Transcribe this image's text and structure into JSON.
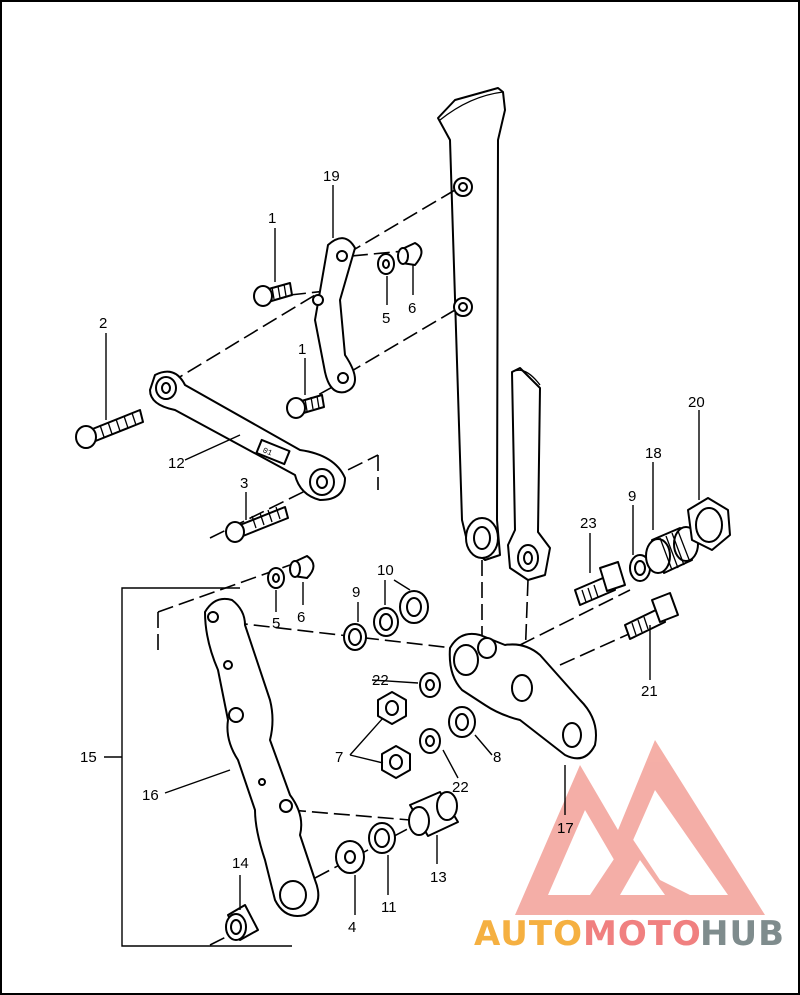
{
  "diagram": {
    "callouts": {
      "c1a": "1",
      "c1b": "1",
      "c2": "2",
      "c3": "3",
      "c4": "4",
      "c5a": "5",
      "c5b": "5",
      "c6a": "6",
      "c6b": "6",
      "c7": "7",
      "c8": "8",
      "c9a": "9",
      "c9b": "9",
      "c10": "10",
      "c11": "11",
      "c12": "12",
      "c13": "13",
      "c14": "14",
      "c15": "15",
      "c16": "16",
      "c17": "17",
      "c18": "18",
      "c19": "19",
      "c20": "20",
      "c21": "21",
      "c22a": "22",
      "c22b": "22",
      "c23": "23"
    },
    "part_marking": "01"
  },
  "watermark": {
    "auto": "AUTO",
    "moto": "MOTO",
    "hub": "HUB",
    "colors": {
      "auto": "#f5b041",
      "moto": "#f08080",
      "hub": "#7f8c8d",
      "logo": "#f1948a"
    }
  }
}
